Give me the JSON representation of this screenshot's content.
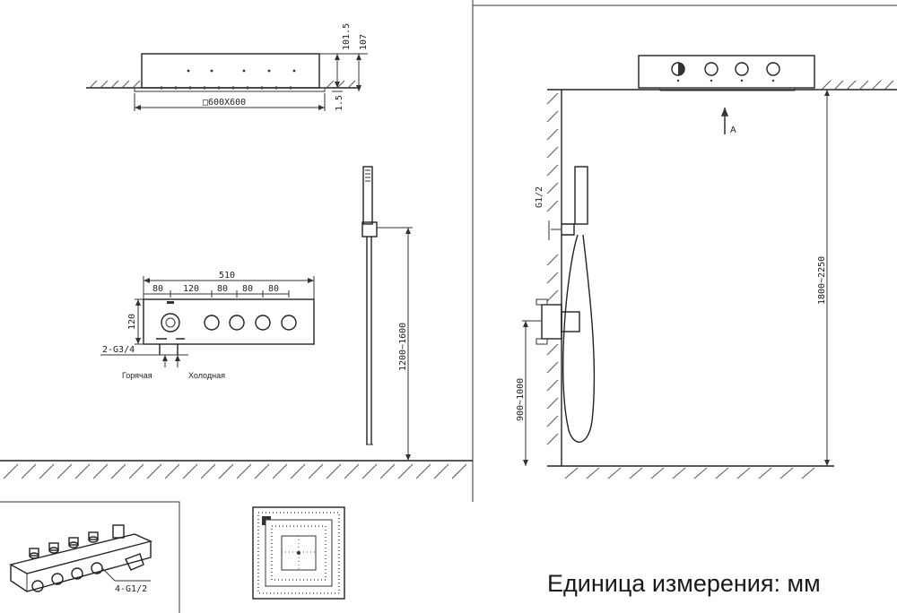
{
  "top_view": {
    "dim_height_1": "101.5",
    "dim_height_2": "107",
    "dim_offset": "1.5",
    "size_label": "□600X600"
  },
  "mixer_panel": {
    "total_width": "510",
    "spacings": [
      "80",
      "120",
      "80",
      "80",
      "80"
    ],
    "height": "120",
    "inlet_label": "2-G3/4",
    "hot_label": "Горячая",
    "cold_label": "Холодная"
  },
  "hand_shower": {
    "height_range": "1200~1600"
  },
  "side_view": {
    "view_marker": "A",
    "outlet_label": "G1/2",
    "total_height": "1800~2250",
    "mixer_height": "900~1000"
  },
  "iso_view": {
    "outlet_label": "4-G1/2"
  },
  "unit_note": "Единица измерения: мм"
}
